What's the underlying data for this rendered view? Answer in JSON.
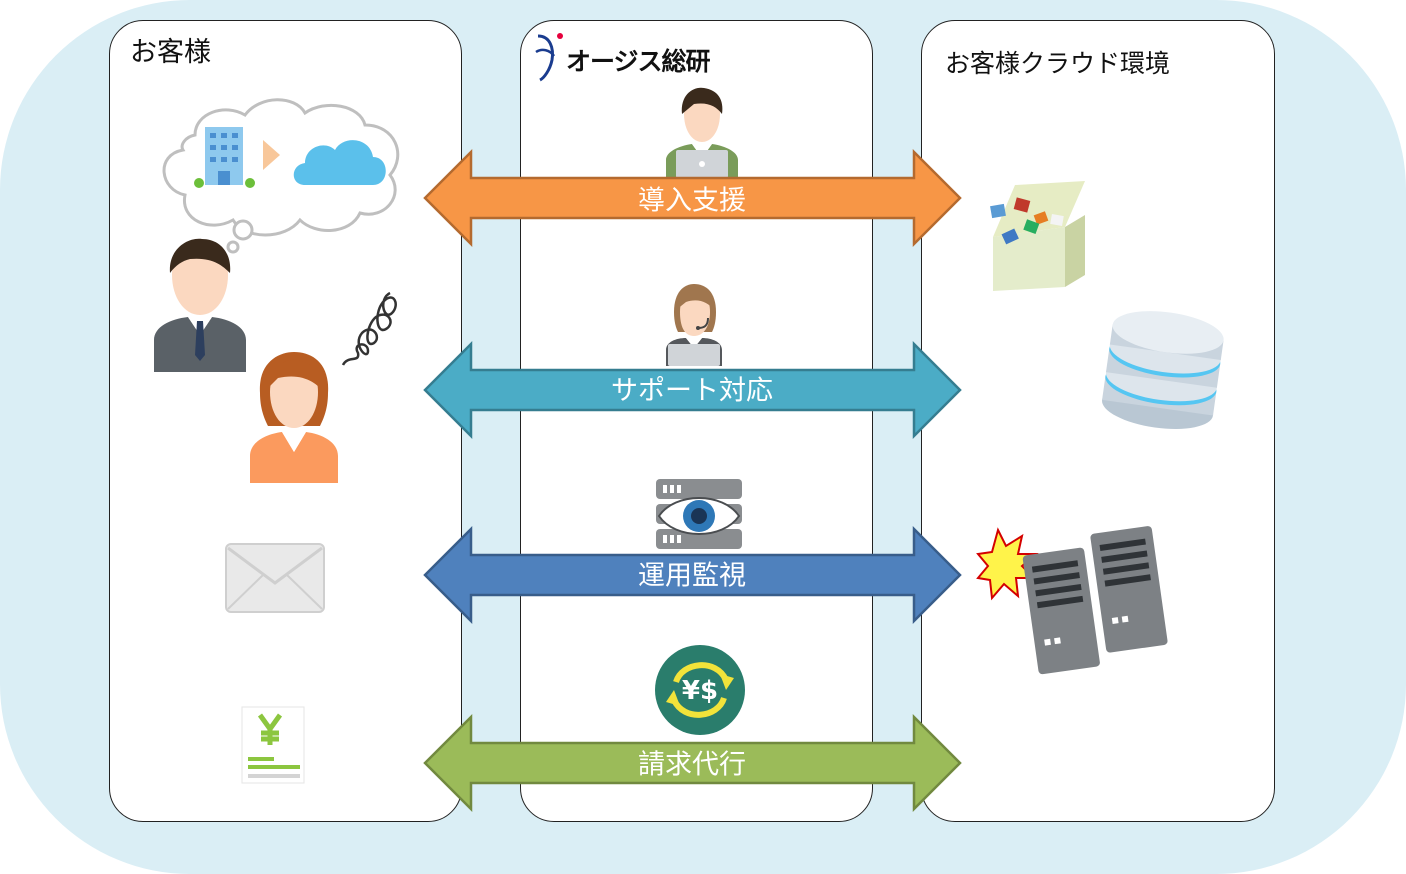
{
  "panels": {
    "customer": {
      "title": "お客様"
    },
    "oasis": {
      "logo_text": "オージス総研"
    },
    "cloud": {
      "title": "お客様クラウド環境"
    }
  },
  "services": [
    {
      "label": "導入支援",
      "color": "#f79646",
      "border": "#b46a2f"
    },
    {
      "label": "サポート対応",
      "color": "#4bacc6",
      "border": "#357d90"
    },
    {
      "label": "運用監視",
      "color": "#4f81bd",
      "border": "#385d8a"
    },
    {
      "label": "請求代行",
      "color": "#9bbb59",
      "border": "#71893f"
    }
  ],
  "icons": {
    "cloud_migration": "thought-bubble-building-to-cloud-icon",
    "male_customer": "businessman-icon",
    "female_customer": "confused-woman-icon",
    "email": "envelope-icon",
    "invoice": "yen-invoice-icon",
    "oasis_engineer": "engineer-with-laptop-icon",
    "oasis_support": "support-operator-with-headset-icon",
    "monitoring": "server-eye-monitoring-icon",
    "billing": "yen-dollar-exchange-icon",
    "cloud_box": "open-box-with-cubes-icon",
    "database": "database-icon",
    "servers": "servers-with-alert-icon"
  },
  "colors": {
    "background": "#daeef5",
    "panel_border": "#222222"
  }
}
